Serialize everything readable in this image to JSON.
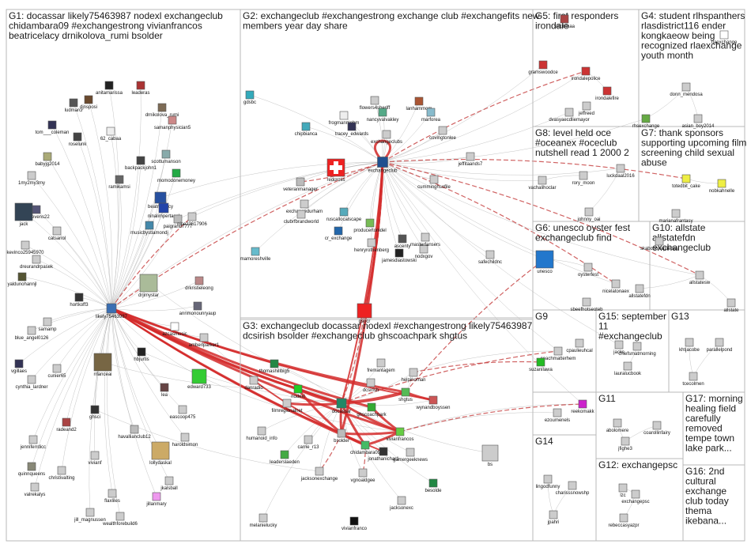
{
  "colors": {
    "edge_grey": "#b0b0b0",
    "edge_red": "#d42a2a",
    "box": "#b9b9b9"
  },
  "groups": [
    {
      "id": "G1",
      "lines": [
        "G1: docassar likely75463987 nodexl exchangeclub",
        "chidambara09 #exchangestrong vivianfrancos",
        "beatricelacy drnikolova_rumi bsolder"
      ]
    },
    {
      "id": "G2",
      "lines": [
        "G2: exchangeclub #exchangestrong exchange club #exchangefits new",
        "members year day share"
      ]
    },
    {
      "id": "G3",
      "lines": [
        "G3: exchangeclub docassar nodexl #exchangestrong likely75463987",
        "dcsirish bsolder #exchangeclub ghscoachpark shgtus"
      ]
    },
    {
      "id": "G4",
      "lines": [
        "G4: student rlhspanthers",
        "rlasdistrict116 ender",
        "kongkaeow being",
        "recognized rlaexchange",
        "youth month"
      ]
    },
    {
      "id": "G5",
      "lines": [
        "G5: first responders",
        "irondale"
      ]
    },
    {
      "id": "G6",
      "lines": [
        "G6: unesco oyster fest",
        "exchangeclub find"
      ]
    },
    {
      "id": "G7",
      "lines": [
        "G7: thank sponsors",
        "supporting upcoming film",
        "screening child sexual",
        "abuse"
      ]
    },
    {
      "id": "G8",
      "lines": [
        "G8: level held oce",
        "#oceanex #oceclub",
        "nutshell read 1 2000 2"
      ]
    },
    {
      "id": "G9",
      "lines": [
        "G9"
      ]
    },
    {
      "id": "G10",
      "lines": [
        "G10: allstate",
        "allstatefdn",
        "exchangeclub"
      ]
    },
    {
      "id": "G11",
      "lines": [
        "G11"
      ]
    },
    {
      "id": "G12",
      "lines": [
        "G12: exchangepsc"
      ]
    },
    {
      "id": "G13",
      "lines": [
        "G13"
      ]
    },
    {
      "id": "G14",
      "lines": [
        "G14"
      ]
    },
    {
      "id": "G15",
      "lines": [
        "G15: september",
        "11",
        "#exchangeclub"
      ]
    },
    {
      "id": "G16",
      "lines": [
        "G16: 2nd",
        "cultural",
        "exchange",
        "club today",
        "thema",
        "ikebana..."
      ]
    },
    {
      "id": "G17",
      "lines": [
        "G17: morning",
        "healing field",
        "carefully",
        "removed",
        "tempe town",
        "lake park..."
      ]
    }
  ],
  "nodes": [
    {
      "id": "likely75463987",
      "c": "#3a6fb3"
    },
    {
      "id": "djnsposi",
      "c": "#6b4a2e"
    },
    {
      "id": "anitamarissa",
      "c": "#222"
    },
    {
      "id": "leaderas",
      "c": "#a33"
    },
    {
      "id": "ludmarci",
      "c": "#555"
    },
    {
      "id": "drnikolova_rumi",
      "c": "#7d6b55"
    },
    {
      "id": "samanphysician5",
      "c": "#c88"
    },
    {
      "id": "tom___coleman",
      "c": "#335"
    },
    {
      "id": "roselunk",
      "c": "#444"
    },
    {
      "id": "62_cabaa",
      "c": "#eee"
    },
    {
      "id": "scottumanson",
      "c": "#8aa"
    },
    {
      "id": "babyjg2014",
      "c": "#aa7"
    },
    {
      "id": "backpackjohn1",
      "c": "#444"
    },
    {
      "id": "momodonemoney",
      "c": "#2a4"
    },
    {
      "id": "1my2my3my",
      "c": "#ccc"
    },
    {
      "id": "ramikamsi",
      "c": "#666"
    },
    {
      "id": "elistevens22",
      "c": "#557"
    },
    {
      "id": "beatricelacy",
      "c": "#2750a0"
    },
    {
      "id": "catsanol",
      "c": "#ccc"
    },
    {
      "id": "jack",
      "c": "#345"
    },
    {
      "id": "ninalimpertacol",
      "c": "#24a"
    },
    {
      "id": "musicbystlamondj",
      "c": "#48a"
    },
    {
      "id": "paigrand7777",
      "c": "#bbb"
    },
    {
      "id": "nice23617906",
      "c": "#ccc"
    },
    {
      "id": "kevinco25945970",
      "c": "#ccc"
    },
    {
      "id": "dreurandrpasek",
      "c": "#ccc"
    },
    {
      "id": "drjimystar",
      "c": "#ab9"
    },
    {
      "id": "drkristieleong",
      "c": "#b88"
    },
    {
      "id": "yaldunohannjl",
      "c": "#553"
    },
    {
      "id": "hortkoff3",
      "c": "#333"
    },
    {
      "id": "annmonounryaup",
      "c": "#667"
    },
    {
      "id": "samamp",
      "c": "#ccc"
    },
    {
      "id": "blue_angel0126",
      "c": "#ccc"
    },
    {
      "id": "azcasmusic",
      "c": "#fff"
    },
    {
      "id": "amberlparker1",
      "c": "#ccc"
    },
    {
      "id": "hbjurtis",
      "c": "#222"
    },
    {
      "id": "rrlanceai",
      "c": "#764"
    },
    {
      "id": "edward733",
      "c": "#3c3"
    },
    {
      "id": "cunier65",
      "c": "#ccc"
    },
    {
      "id": "cynthia_lardner",
      "c": "#ccc"
    },
    {
      "id": "lea",
      "c": "#644"
    },
    {
      "id": "vgillaes",
      "c": "#335"
    },
    {
      "id": "eascoop475",
      "c": "#ccc"
    },
    {
      "id": "ghsci",
      "c": "#333"
    },
    {
      "id": "radeand2",
      "c": "#a44"
    },
    {
      "id": "havallianclub12",
      "c": "#bbb"
    },
    {
      "id": "haroldsimon",
      "c": "#ccc"
    },
    {
      "id": "jenniferrdicc",
      "c": "#ccc"
    },
    {
      "id": "lollydaskal",
      "c": "#ca6"
    },
    {
      "id": "vivianf",
      "c": "#ccc"
    },
    {
      "id": "christivalting",
      "c": "#ccc"
    },
    {
      "id": "quinnqueens",
      "c": "#887"
    },
    {
      "id": "jkalsball",
      "c": "#ccc"
    },
    {
      "id": "valrekalys",
      "c": "#ccc"
    },
    {
      "id": "jillanmary",
      "c": "#e9e"
    },
    {
      "id": "flaxliles",
      "c": "#ccc"
    },
    {
      "id": "jill_magnussen",
      "c": "#ccc"
    },
    {
      "id": "wealthforebuild6",
      "c": "#ccc"
    },
    {
      "id": "exchangeclub",
      "c": "#1f4f8f"
    },
    {
      "id": "gdsbc",
      "c": "#3ab"
    },
    {
      "id": "flowers4sheriff",
      "c": "#ccc"
    },
    {
      "id": "nancyvalvakley",
      "c": "#5a8"
    },
    {
      "id": "frogmanmohm",
      "c": "#eee"
    },
    {
      "id": "lanhammom",
      "c": "#a53"
    },
    {
      "id": "marforea",
      "c": "#8bc"
    },
    {
      "id": "chipbianca",
      "c": "#4ab"
    },
    {
      "id": "tracey_edwards",
      "c": "#335"
    },
    {
      "id": "redcross",
      "c": "#e22"
    },
    {
      "id": "veteranmanager",
      "c": "#bbb"
    },
    {
      "id": "exchangedurham",
      "c": "#ccc"
    },
    {
      "id": "clubrfbrandworld",
      "c": "#ccc"
    },
    {
      "id": "ruscallocalscape",
      "c": "#5ab"
    },
    {
      "id": "cr_exchange",
      "c": "#26a"
    },
    {
      "id": "producertonidel",
      "c": "#7b5"
    },
    {
      "id": "henryrothenberg",
      "c": "#ccc"
    },
    {
      "id": "ascenty",
      "c": "#555"
    },
    {
      "id": "jamesdiastowski",
      "c": "#222"
    },
    {
      "id": "nodxgov",
      "c": "#ccc"
    },
    {
      "id": "masterfansers",
      "c": "#ccc"
    },
    {
      "id": "safechildnc",
      "c": "#ccc"
    },
    {
      "id": "mamoreshville",
      "c": "#6bc"
    },
    {
      "id": "cumminghsofile",
      "c": "#ccc"
    },
    {
      "id": "jeffitaands7",
      "c": "#ccc"
    },
    {
      "id": "exchangeclubs",
      "c": "#ccc"
    },
    {
      "id": "covingtonlee",
      "c": "#ccc"
    },
    {
      "id": "nodexl",
      "c": "#2c2"
    },
    {
      "id": "docassar",
      "c": "#286"
    },
    {
      "id": "dcsirish",
      "c": "#ccc"
    },
    {
      "id": "bsolder",
      "c": "#bbb"
    },
    {
      "id": "ghscoachpark",
      "c": "#3a3"
    },
    {
      "id": "shgtus",
      "c": "#5b5"
    },
    {
      "id": "wynandboyssen",
      "c": "#c55"
    },
    {
      "id": "chidambara09",
      "c": "#4b6"
    },
    {
      "id": "vivianfrancos",
      "c": "#6c4"
    },
    {
      "id": "danradio",
      "c": "#ccc"
    },
    {
      "id": "thomashillbig5",
      "c": "#284"
    },
    {
      "id": "filmregionalnet",
      "c": "#ccc"
    },
    {
      "id": "humanoid_info",
      "c": "#ccc"
    },
    {
      "id": "carrie_r13",
      "c": "#ccc"
    },
    {
      "id": "leaderslaeden",
      "c": "#4a4"
    },
    {
      "id": "jacksonexchange",
      "c": "#ccc"
    },
    {
      "id": "vgnoaldgee",
      "c": "#ccc"
    },
    {
      "id": "jonathanichar1",
      "c": "#333"
    },
    {
      "id": "gamergeeknews",
      "c": "#ccc"
    },
    {
      "id": "jacksonexc",
      "c": "#ccc"
    },
    {
      "id": "besolde",
      "c": "#284"
    },
    {
      "id": "vivianfranco",
      "c": "#111"
    },
    {
      "id": "melanielucky",
      "c": "#ccc"
    },
    {
      "id": "gsocr",
      "c": "#e22"
    },
    {
      "id": "fremantagem",
      "c": "#ccc"
    },
    {
      "id": "helpinoman",
      "c": "#ccc"
    },
    {
      "id": "bs",
      "c": "#ccc"
    },
    {
      "id": "sleobtaaa",
      "c": "#a44"
    },
    {
      "id": "gramswoodce",
      "c": "#c33"
    },
    {
      "id": "irondalefire",
      "c": "#c33"
    },
    {
      "id": "irondalepolice",
      "c": "#c33"
    },
    {
      "id": "rhsexchange",
      "c": "#6a4"
    },
    {
      "id": "donn_mendosa",
      "c": "#ccc"
    },
    {
      "id": "asian_boy2014",
      "c": "#ccc"
    },
    {
      "id": "rlaexchange",
      "c": "#fff"
    },
    {
      "id": "jeffreed",
      "c": "#ccc"
    },
    {
      "id": "dvasyaecdliemayor",
      "c": "#ccc"
    },
    {
      "id": "vachalihoclar",
      "c": "#ccc"
    },
    {
      "id": "rory_moon",
      "c": "#ccc"
    },
    {
      "id": "luckdaal2016",
      "c": "#ccc"
    },
    {
      "id": "johnny_oai",
      "c": "#ccc"
    },
    {
      "id": "nobkahnelle",
      "c": "#ee4"
    },
    {
      "id": "totedbit_cake",
      "c": "#ee4"
    },
    {
      "id": "marianafrantasy",
      "c": "#ccc"
    },
    {
      "id": "unesco",
      "c": "#27c"
    },
    {
      "id": "oysterfest",
      "c": "#ccc"
    },
    {
      "id": "nicelatonaex",
      "c": "#ccc"
    },
    {
      "id": "allstatefdn",
      "c": "#ccc"
    },
    {
      "id": "allstatesw",
      "c": "#ccc"
    },
    {
      "id": "allstate",
      "c": "#ccc"
    },
    {
      "id": "skabcdonapliedas",
      "c": "#ccc"
    },
    {
      "id": "sbeefhotseoteb",
      "c": "#ccc"
    },
    {
      "id": "coachmatterhem",
      "c": "#ccc"
    },
    {
      "id": "cpaulieuhcal",
      "c": "#ccc"
    },
    {
      "id": "ezoumenels",
      "c": "#ccc"
    },
    {
      "id": "reekomakk",
      "c": "#c2c"
    },
    {
      "id": "jacks",
      "c": "#ccc"
    },
    {
      "id": "chiefsmatmorning",
      "c": "#ccc"
    },
    {
      "id": "lauralucbook",
      "c": "#ccc"
    },
    {
      "id": "khtjacobe",
      "c": "#ccc"
    },
    {
      "id": "parallelpond",
      "c": "#ccc"
    },
    {
      "id": "tcecolmen",
      "c": "#ccc"
    },
    {
      "id": "abolomere",
      "c": "#ccc"
    },
    {
      "id": "coarollinfairy",
      "c": "#ccc"
    },
    {
      "id": "jfighe3",
      "c": "#ccc"
    },
    {
      "id": "lingodfunny",
      "c": "#ccc"
    },
    {
      "id": "charisssnowshp",
      "c": "#ccc"
    },
    {
      "id": "jpahri",
      "c": "#ccc"
    },
    {
      "id": "exchangepsc",
      "c": "#ccc"
    },
    {
      "id": "lzc",
      "c": "#ccc"
    },
    {
      "id": "rebeccasyazpr",
      "c": "#ccc"
    },
    {
      "id": "suzanilawa",
      "c": "#2b2"
    }
  ]
}
